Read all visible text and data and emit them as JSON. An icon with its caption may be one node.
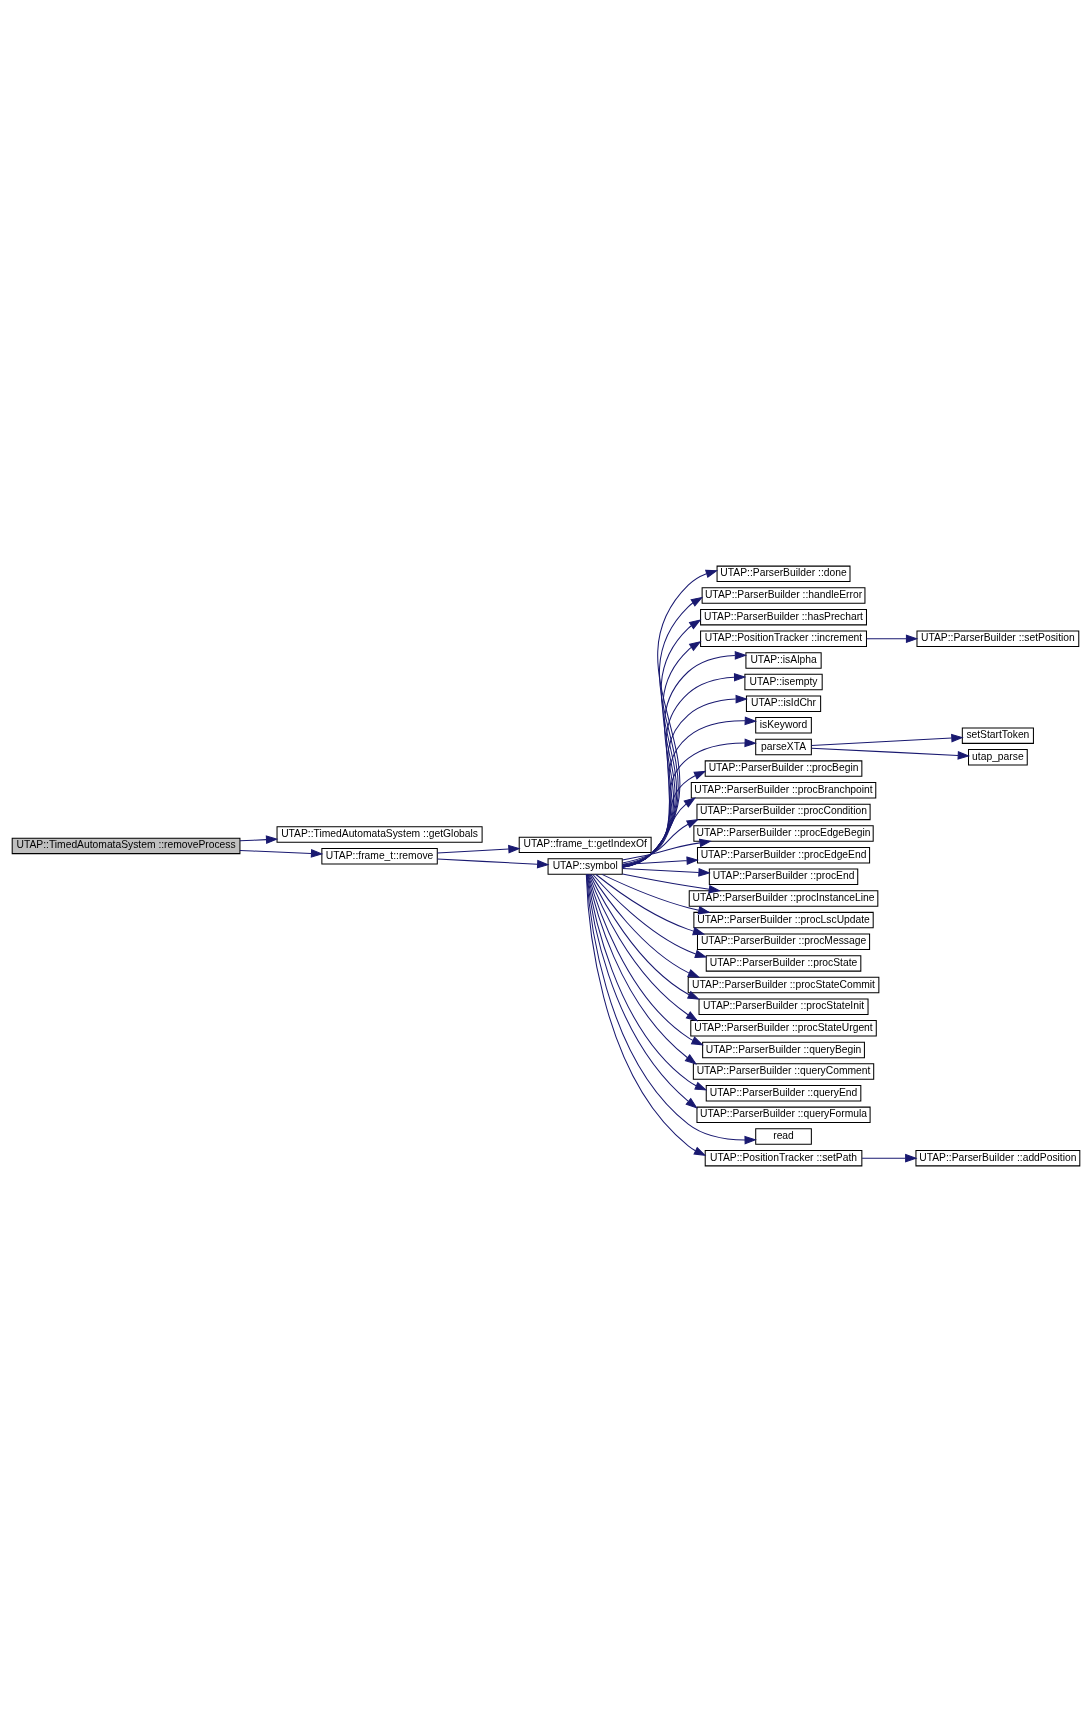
{
  "diagram": {
    "nodes": [
      {
        "text": [
          "UTAP::TimedAutomataSystem ::removeProcess"
        ]
      },
      {
        "text": [
          "UTAP::TimedAutomataSystem ::getGlobals"
        ]
      },
      {
        "text": [
          "UTAP::frame_t::remove"
        ]
      },
      {
        "text": [
          "UTAP::frame_t::getIndexOf"
        ]
      },
      {
        "text": [
          "UTAP::symbol"
        ]
      },
      {
        "text": [
          "UTAP::ParserBuilder ::done"
        ]
      },
      {
        "text": [
          "UTAP::ParserBuilder ::handleError"
        ]
      },
      {
        "text": [
          "UTAP::ParserBuilder ::hasPrechart"
        ]
      },
      {
        "text": [
          "UTAP::PositionTracker ::increment"
        ]
      },
      {
        "text": [
          "UTAP::ParserBuilder ::setPosition"
        ]
      },
      {
        "text": [
          "UTAP::isAlpha"
        ]
      },
      {
        "text": [
          "UTAP::isempty"
        ]
      },
      {
        "text": [
          "UTAP::isIdChr"
        ]
      },
      {
        "text": [
          "isKeyword"
        ]
      },
      {
        "text": [
          "parseXTA"
        ]
      },
      {
        "text": [
          "setStartToken"
        ]
      },
      {
        "text": [
          "utap_parse"
        ]
      },
      {
        "text": [
          "UTAP::ParserBuilder ::procBegin"
        ]
      },
      {
        "text": [
          "UTAP::ParserBuilder ::procBranchpoint"
        ]
      },
      {
        "text": [
          "UTAP::ParserBuilder ::procCondition"
        ]
      },
      {
        "text": [
          "UTAP::ParserBuilder ::procEdgeBegin"
        ]
      },
      {
        "text": [
          "UTAP::ParserBuilder ::procEdgeEnd"
        ]
      },
      {
        "text": [
          "UTAP::ParserBuilder ::procEnd"
        ]
      },
      {
        "text": [
          "UTAP::ParserBuilder ::procInstanceLine"
        ]
      },
      {
        "text": [
          "UTAP::ParserBuilder ::procLscUpdate"
        ]
      },
      {
        "text": [
          "UTAP::ParserBuilder ::procMessage"
        ]
      },
      {
        "text": [
          "UTAP::ParserBuilder ::procState"
        ]
      },
      {
        "text": [
          "UTAP::ParserBuilder ::procStateCommit"
        ]
      },
      {
        "text": [
          "UTAP::ParserBuilder ::procStateInit"
        ]
      },
      {
        "text": [
          "UTAP::ParserBuilder ::procStateUrgent"
        ]
      },
      {
        "text": [
          "UTAP::ParserBuilder ::queryBegin"
        ]
      },
      {
        "text": [
          "UTAP::ParserBuilder ::queryComment"
        ]
      },
      {
        "text": [
          "UTAP::ParserBuilder ::queryEnd"
        ]
      },
      {
        "text": [
          "UTAP::ParserBuilder ::queryFormula"
        ]
      },
      {
        "text": [
          "read"
        ]
      },
      {
        "text": [
          "UTAP::PositionTracker ::setPath"
        ]
      },
      {
        "text": [
          "UTAP::ParserBuilder ::addPosition"
        ]
      }
    ],
    "edges": [
      {
        "from": 0,
        "to": 1,
        "arrow": "to"
      },
      {
        "from": 0,
        "to": 2,
        "arrow": "to"
      },
      {
        "from": 2,
        "to": 3,
        "arrow": "to"
      },
      {
        "from": 2,
        "to": 4,
        "arrow": "to"
      },
      {
        "from": 4,
        "to": 5,
        "arrow": "to"
      },
      {
        "from": 4,
        "to": 6,
        "arrow": "to"
      },
      {
        "from": 4,
        "to": 7,
        "arrow": "to"
      },
      {
        "from": 4,
        "to": 8,
        "arrow": "to"
      },
      {
        "from": 8,
        "to": 9,
        "arrow": "to"
      },
      {
        "from": 4,
        "to": 10,
        "arrow": "to"
      },
      {
        "from": 4,
        "to": 11,
        "arrow": "to"
      },
      {
        "from": 4,
        "to": 12,
        "arrow": "to"
      },
      {
        "from": 4,
        "to": 13,
        "arrow": "to"
      },
      {
        "from": 4,
        "to": 14,
        "arrow": "to"
      },
      {
        "from": 14,
        "to": 15,
        "arrow": "to"
      },
      {
        "from": 14,
        "to": 16,
        "arrow": "to"
      },
      {
        "from": 4,
        "to": 17,
        "arrow": "to"
      },
      {
        "from": 4,
        "to": 18,
        "arrow": "to"
      },
      {
        "from": 4,
        "to": 19,
        "arrow": "to"
      },
      {
        "from": 4,
        "to": 20,
        "arrow": "to"
      },
      {
        "from": 4,
        "to": 21,
        "arrow": "to"
      },
      {
        "from": 4,
        "to": 22,
        "arrow": "to"
      },
      {
        "from": 4,
        "to": 23,
        "arrow": "to"
      },
      {
        "from": 4,
        "to": 24,
        "arrow": "to"
      },
      {
        "from": 4,
        "to": 25,
        "arrow": "to"
      },
      {
        "from": 4,
        "to": 26,
        "arrow": "to"
      },
      {
        "from": 4,
        "to": 27,
        "arrow": "to"
      },
      {
        "from": 4,
        "to": 28,
        "arrow": "to"
      },
      {
        "from": 4,
        "to": 29,
        "arrow": "to"
      },
      {
        "from": 4,
        "to": 30,
        "arrow": "to"
      },
      {
        "from": 4,
        "to": 31,
        "arrow": "to"
      },
      {
        "from": 4,
        "to": 32,
        "arrow": "to"
      },
      {
        "from": 4,
        "to": 33,
        "arrow": "to"
      },
      {
        "from": 4,
        "to": 34,
        "arrow": "to"
      },
      {
        "from": 4,
        "to": 35,
        "arrow": "to"
      },
      {
        "from": 35,
        "to": 36,
        "arrow": "to"
      }
    ]
  }
}
